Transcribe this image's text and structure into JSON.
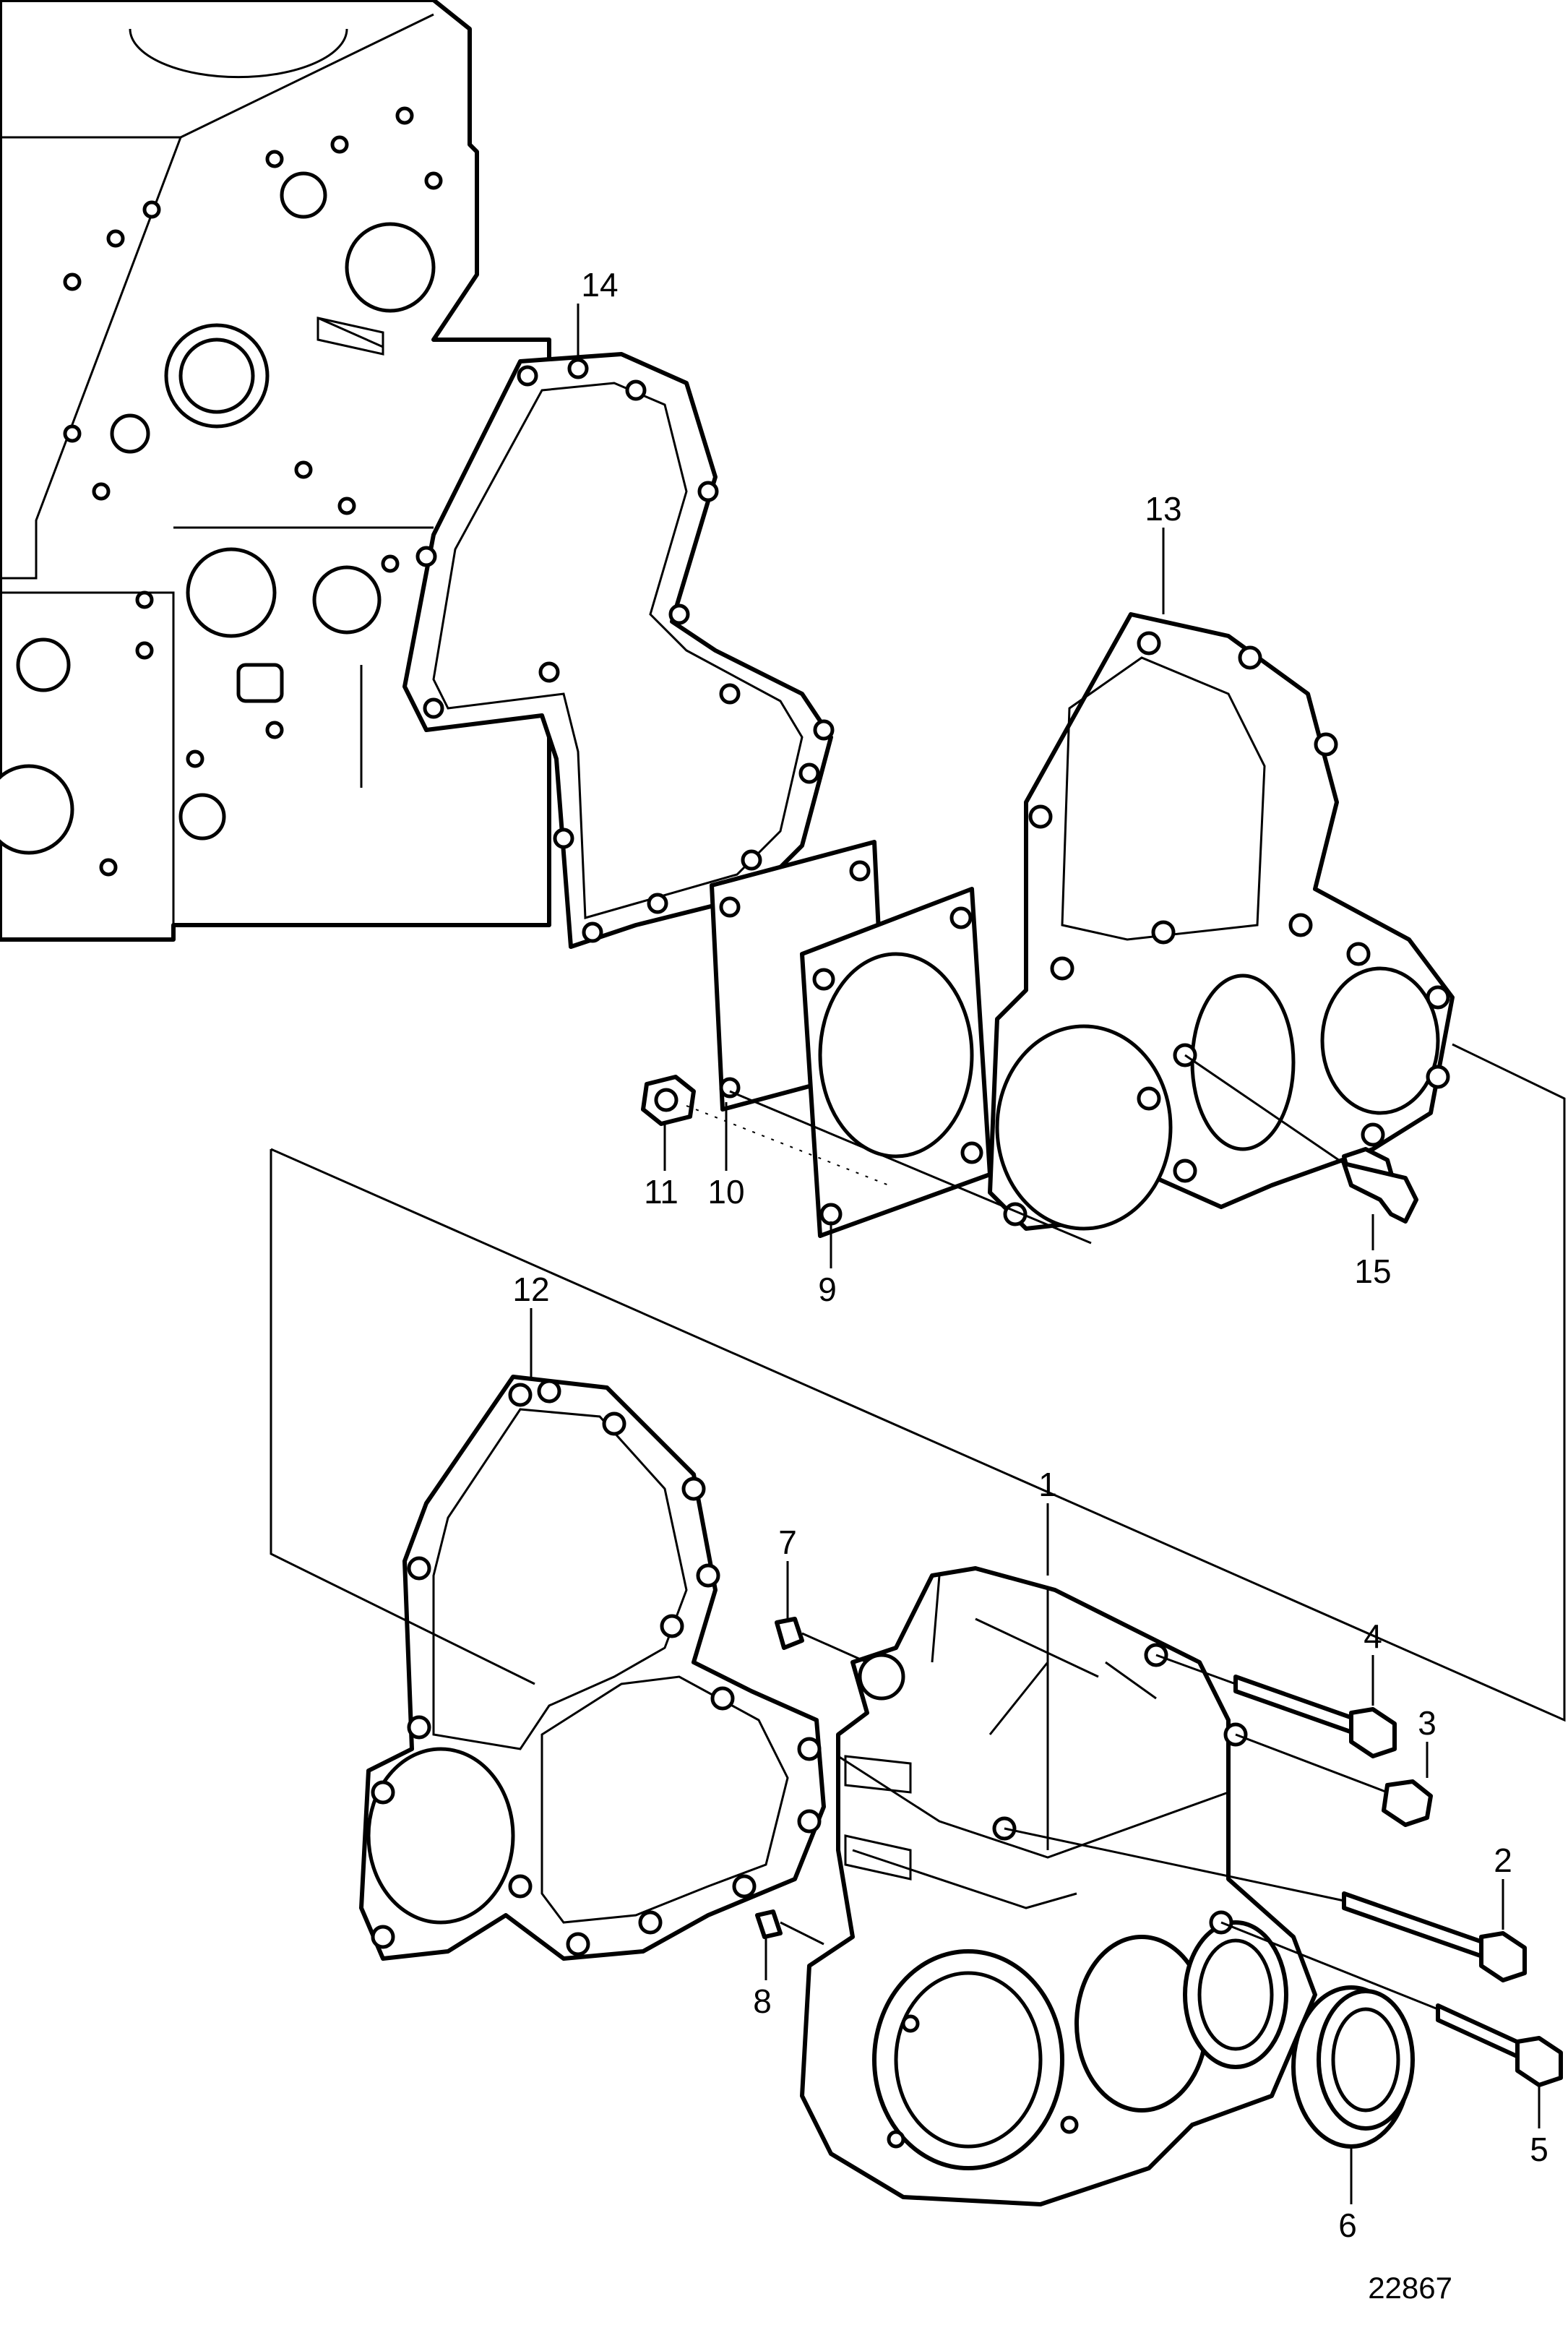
{
  "callouts": [
    "1",
    "2",
    "3",
    "4",
    "5",
    "6",
    "7",
    "8",
    "9",
    "10",
    "11",
    "12",
    "13",
    "14",
    "15"
  ],
  "figure_number": "22867"
}
